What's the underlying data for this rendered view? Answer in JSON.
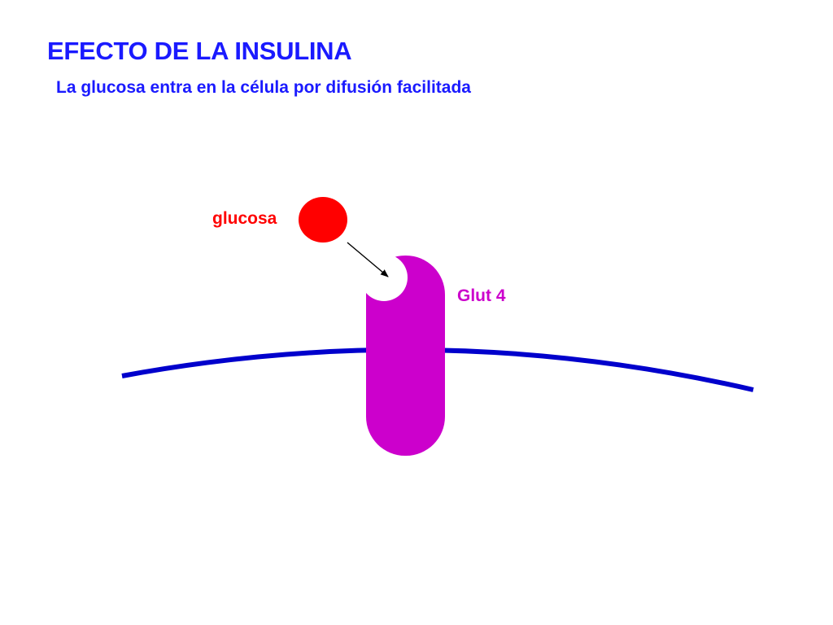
{
  "slide": {
    "title": "EFECTO DE LA INSULINA",
    "subtitle": "La glucosa entra en la célula por difusión facilitada"
  },
  "diagram": {
    "glucose": {
      "label": "glucosa",
      "color": "#ff0000"
    },
    "transporter": {
      "label": "Glut 4",
      "color": "#cc00cc"
    },
    "membrane": {
      "color": "#0000cc"
    },
    "arrow": {
      "color": "#000000"
    },
    "text_color": "#1a1aff"
  }
}
